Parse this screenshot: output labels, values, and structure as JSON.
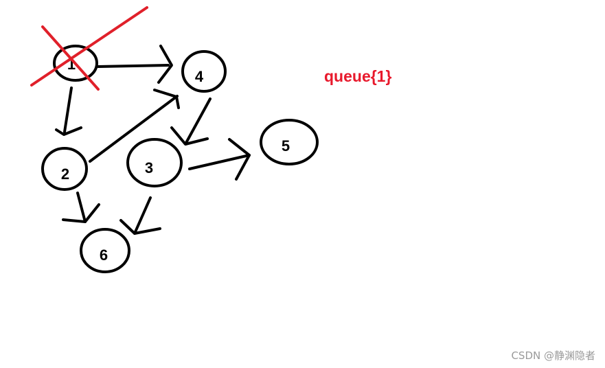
{
  "colors": {
    "ink": "#000000",
    "cross_out": "#e0202a",
    "queue_text": "#e8192c",
    "watermark": "#9a9a9a"
  },
  "diagram": {
    "nodes": [
      {
        "id": "1",
        "label": "1",
        "crossed_out": true
      },
      {
        "id": "2",
        "label": "2",
        "crossed_out": false
      },
      {
        "id": "3",
        "label": "3",
        "crossed_out": false
      },
      {
        "id": "4",
        "label": "4",
        "crossed_out": false
      },
      {
        "id": "5",
        "label": "5",
        "crossed_out": false
      },
      {
        "id": "6",
        "label": "6",
        "crossed_out": false
      }
    ],
    "edges": [
      {
        "from": "1",
        "to": "4"
      },
      {
        "from": "1",
        "to": "2"
      },
      {
        "from": "2",
        "to": "4"
      },
      {
        "from": "2",
        "to": "6"
      },
      {
        "from": "4",
        "to": "3"
      },
      {
        "from": "3",
        "to": "5"
      },
      {
        "from": "3",
        "to": "6"
      }
    ],
    "queue_text": "queue{1}"
  },
  "watermark": "CSDN @静渊隐者"
}
